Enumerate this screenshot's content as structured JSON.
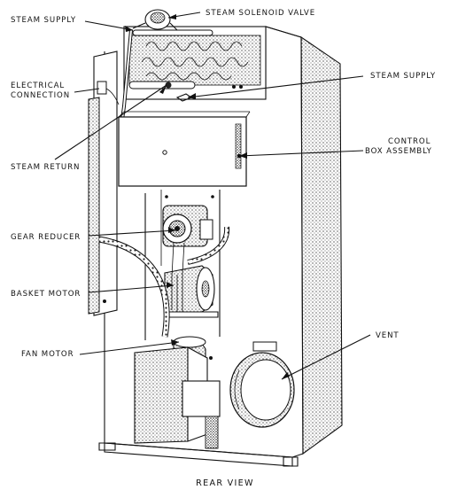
{
  "labels": {
    "steam_supply_top": "STEAM SUPPLY",
    "steam_solenoid_valve": "STEAM SOLENOID VALVE",
    "electrical_connection_line1": "ELECTRICAL",
    "electrical_connection_line2": "CONNECTION",
    "steam_supply_right": "STEAM SUPPLY",
    "control_box_line1": "CONTROL",
    "control_box_line2": "BOX ASSEMBLY",
    "steam_return": "STEAM RETURN",
    "gear_reducer": "GEAR REDUCER",
    "basket_motor": "BASKET MOTOR",
    "vent": "VENT",
    "fan_motor": "FAN MOTOR"
  },
  "caption": "REAR VIEW"
}
